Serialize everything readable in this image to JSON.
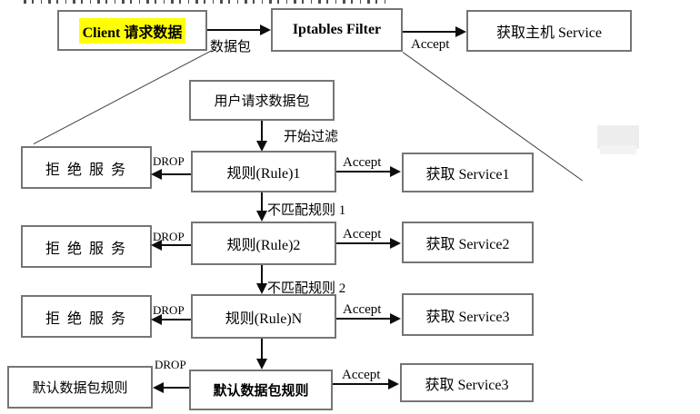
{
  "title": "iptables filter flow diagram",
  "colors": {
    "highlight_yellow": "#ffff00",
    "box_border_gray": "#757575",
    "arrow_black": "#0d0d0d"
  },
  "nodes": {
    "client": {
      "label": "Client 请求数据"
    },
    "iptables": {
      "label": "Iptables Filter"
    },
    "host_service": {
      "label": "获取主机 Service"
    },
    "user_request": {
      "label": "用户请求数据包"
    },
    "reject1": {
      "label": "拒 绝 服 务"
    },
    "rule1": {
      "label": "规则(Rule)1"
    },
    "service1": {
      "label": "获取 Service1"
    },
    "reject2": {
      "label": "拒 绝 服 务"
    },
    "rule2": {
      "label": "规则(Rule)2"
    },
    "service2": {
      "label": "获取 Service2"
    },
    "reject3": {
      "label": "拒 绝 服 务"
    },
    "ruleN": {
      "label": "规则(Rule)N"
    },
    "service3": {
      "label": "获取 Service3"
    },
    "default_left": {
      "label": "默认数据包规则"
    },
    "default_center": {
      "label": "默认数据包规则"
    },
    "service4": {
      "label": "获取 Service3"
    }
  },
  "labels": {
    "packet": "数据包",
    "accept_top": "Accept",
    "start_filter": "开始过滤",
    "drop1": "DROP",
    "accept1": "Accept",
    "mismatch1": "不匹配规则 1",
    "drop2": "DROP",
    "accept2": "Accept",
    "mismatch2": "不匹配规则 2",
    "drop3": "DROP",
    "accept3": "Accept",
    "drop4": "DROP",
    "accept4": "Accept"
  }
}
